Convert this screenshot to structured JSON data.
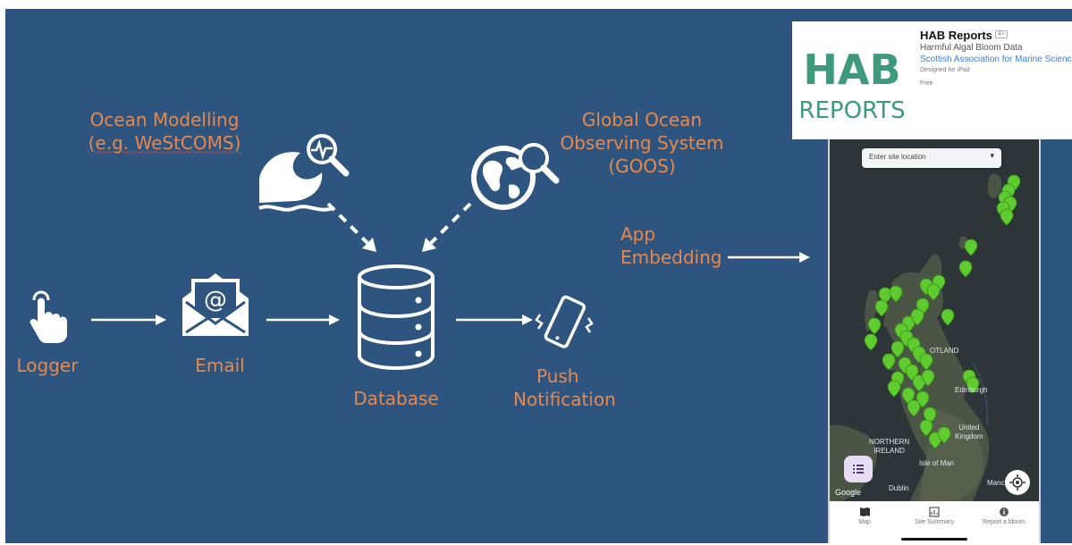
{
  "diagram": {
    "labels": {
      "ocean_modelling": [
        "Ocean Modelling",
        "(e.g. WeStCOMS)"
      ],
      "goos": [
        "Global Ocean",
        "Observing System",
        "(GOOS)"
      ],
      "logger": "Logger",
      "email": "Email",
      "database": "Database",
      "push": [
        "Push",
        "Notification"
      ],
      "app_embedding": [
        "App",
        "Embedding"
      ]
    },
    "icons": {
      "ocean_modelling": "wave-magnifier-icon",
      "goos": "globe-magnifier-icon",
      "logger": "tap-hand-icon",
      "email": "open-envelope-icon",
      "database": "database-icon",
      "push": "vibrating-phone-icon"
    },
    "colors": {
      "background": "#2e5580",
      "label": "#e8884a",
      "icon": "#ffffff"
    }
  },
  "app_store": {
    "logo_text": [
      "HAB",
      "REPORTS"
    ],
    "name": "HAB Reports",
    "age_badge": "4+",
    "subtitle": "Harmful Algal Bloom Data",
    "developer": "Scottish Association for Marine Science",
    "device_note": "Designed for iPad",
    "price": "Free"
  },
  "phone_app": {
    "search_placeholder": "Enter site location",
    "map_labels": {
      "scotland": "OTLAND",
      "edinburgh": "Edinburgh",
      "united_kingdom": [
        "United",
        "Kingdom"
      ],
      "northern_ireland": [
        "NORTHERN",
        "IRELAND"
      ],
      "isle_of_man": "Isle of Man",
      "manchester": "Manchester",
      "dublin": "Dublin",
      "google": "Google"
    },
    "tabs": [
      "Map",
      "Site Summary",
      "Report a bloom"
    ],
    "marker_color": "#5ecb2f"
  }
}
